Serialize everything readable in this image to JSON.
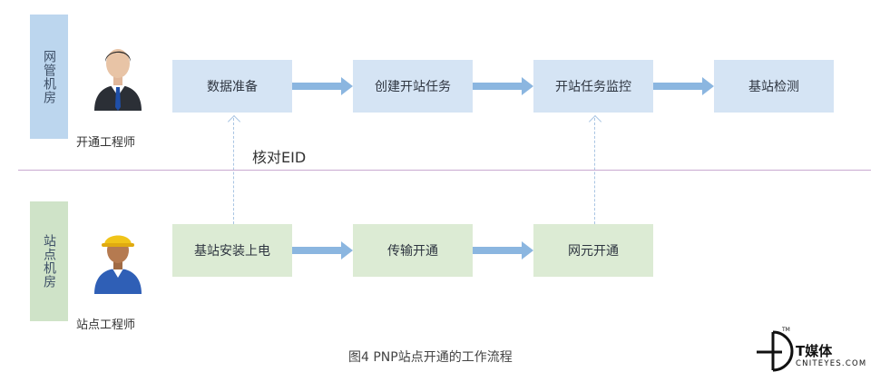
{
  "sections": {
    "top_label": "网管机房",
    "bottom_label": "站点机房"
  },
  "people": {
    "top": {
      "title": "开通工程师",
      "icon": "engineer-suit-icon"
    },
    "bottom": {
      "title": "站点工程师",
      "icon": "engineer-hardhat-icon"
    }
  },
  "top_flow": {
    "steps": [
      "数据准备",
      "创建开站任务",
      "开站任务监控",
      "基站检测"
    ]
  },
  "bottom_flow": {
    "steps": [
      "基站安装上电",
      "传输开通",
      "网元开通"
    ]
  },
  "check_label": "核对EID",
  "caption": "图4  PNP站点开通的工作流程",
  "logo": {
    "name": "T媒体",
    "domain": "CNITEYES.COM",
    "tm": "TM"
  },
  "colors": {
    "top_band": "#bcd6ee",
    "bottom_band": "#cfe3c8",
    "top_box": "#d5e4f4",
    "bottom_box": "#dcebd4",
    "arrow": "#8bb6e0",
    "divider": "#c9a9d0"
  }
}
